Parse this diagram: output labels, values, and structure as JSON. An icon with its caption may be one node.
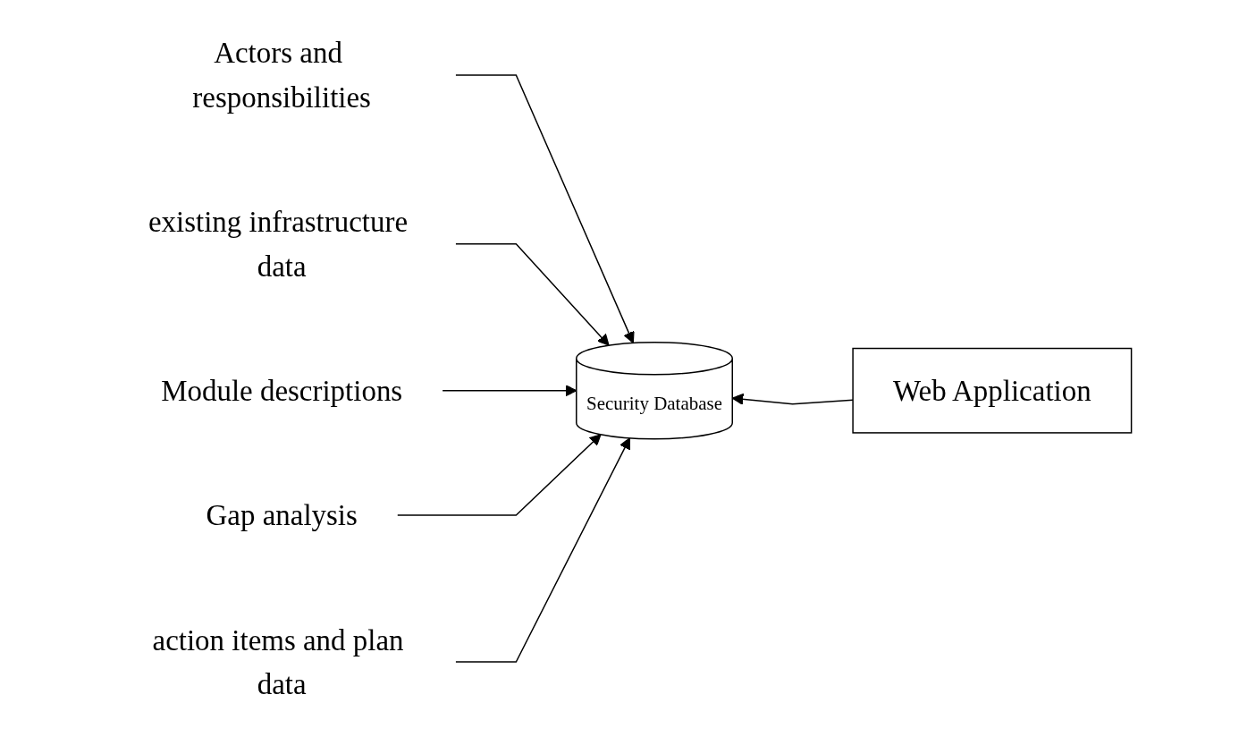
{
  "diagram": {
    "nodes": [
      {
        "text": [
          "Actors and responsibilities"
        ]
      },
      {
        "text": [
          "existing infrastructure data"
        ]
      },
      {
        "text": [
          "Module descriptions"
        ]
      },
      {
        "text": [
          "Gap analysis"
        ]
      },
      {
        "text": [
          "action items and plan data"
        ]
      },
      {
        "text": [
          "Security Database"
        ]
      },
      {
        "text": [
          "Web Application"
        ]
      }
    ],
    "edges": [
      {
        "from": 0,
        "to": 5,
        "arrow": "to"
      },
      {
        "from": 1,
        "to": 5,
        "arrow": "to"
      },
      {
        "from": 2,
        "to": 5,
        "arrow": "to"
      },
      {
        "from": 3,
        "to": 5,
        "arrow": "to"
      },
      {
        "from": 4,
        "to": 5,
        "arrow": "to"
      },
      {
        "from": 6,
        "to": 5,
        "arrow": "to"
      }
    ]
  }
}
